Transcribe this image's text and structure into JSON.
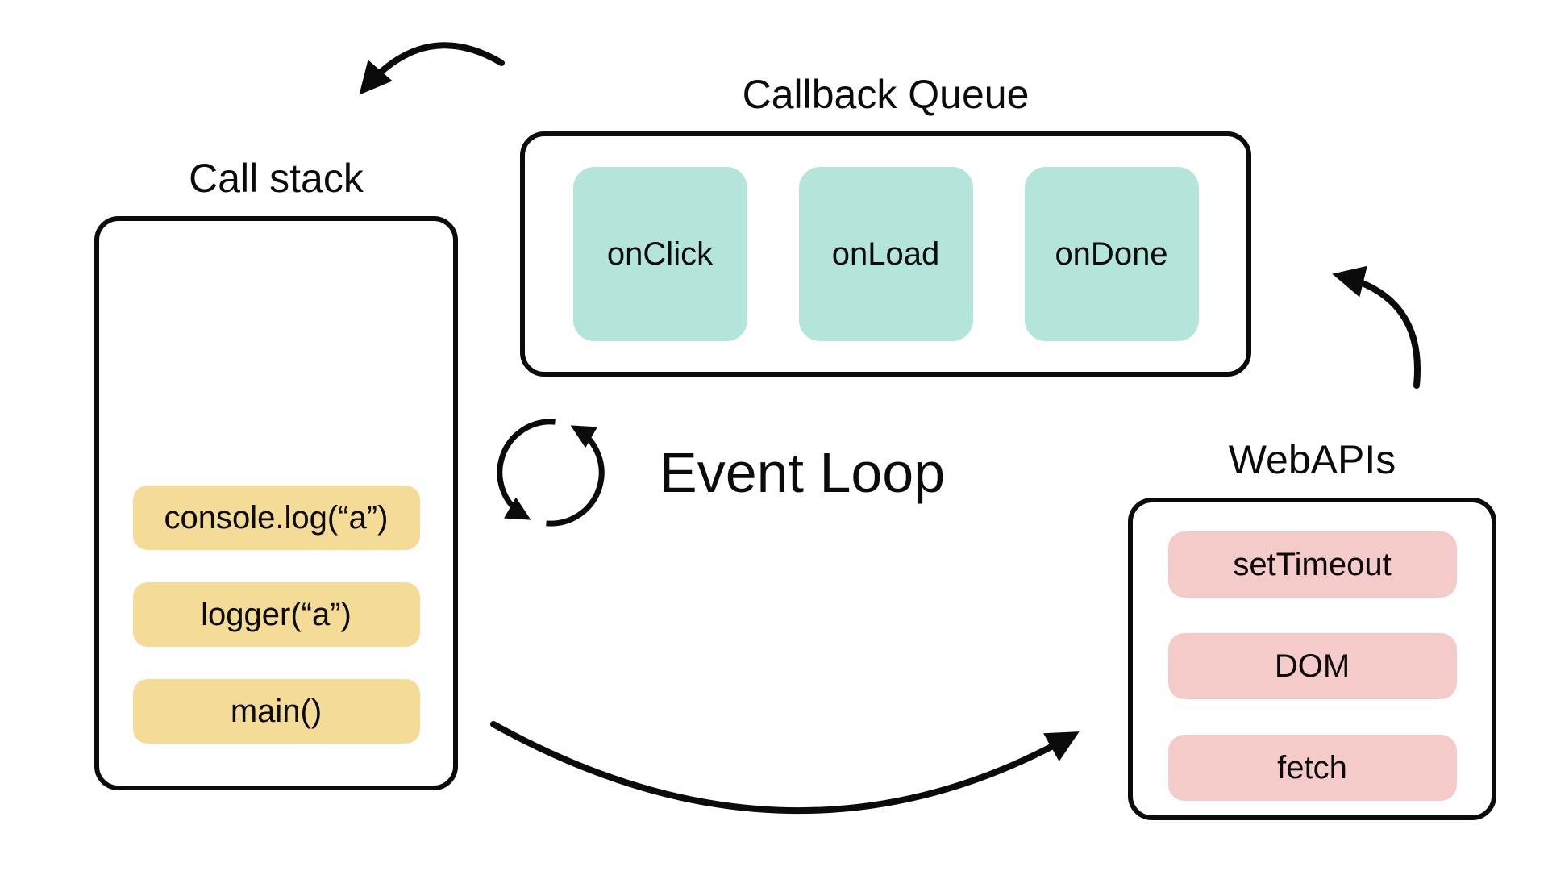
{
  "colors": {
    "bg": "#ffffff",
    "ink": "#0b0b0b",
    "yellow": "#f5dc96",
    "teal": "#b4e5db",
    "pink": "#f5cbca"
  },
  "call_stack": {
    "title": "Call stack",
    "items": [
      "console.log(“a”)",
      "logger(“a”)",
      "main()"
    ]
  },
  "callback_queue": {
    "title": "Callback Queue",
    "items": [
      "onClick",
      "onLoad",
      "onDone"
    ]
  },
  "web_apis": {
    "title": "WebAPIs",
    "items": [
      "setTimeout",
      "DOM",
      "fetch"
    ]
  },
  "event_loop": {
    "label": "Event Loop"
  },
  "icons": {
    "event_loop_icon": "circular-refresh-arrows-icon",
    "arrow_queue_to_stack": "curved-arrow",
    "arrow_stack_to_webapis": "curved-arrow",
    "arrow_webapis_to_queue": "curved-arrow"
  }
}
